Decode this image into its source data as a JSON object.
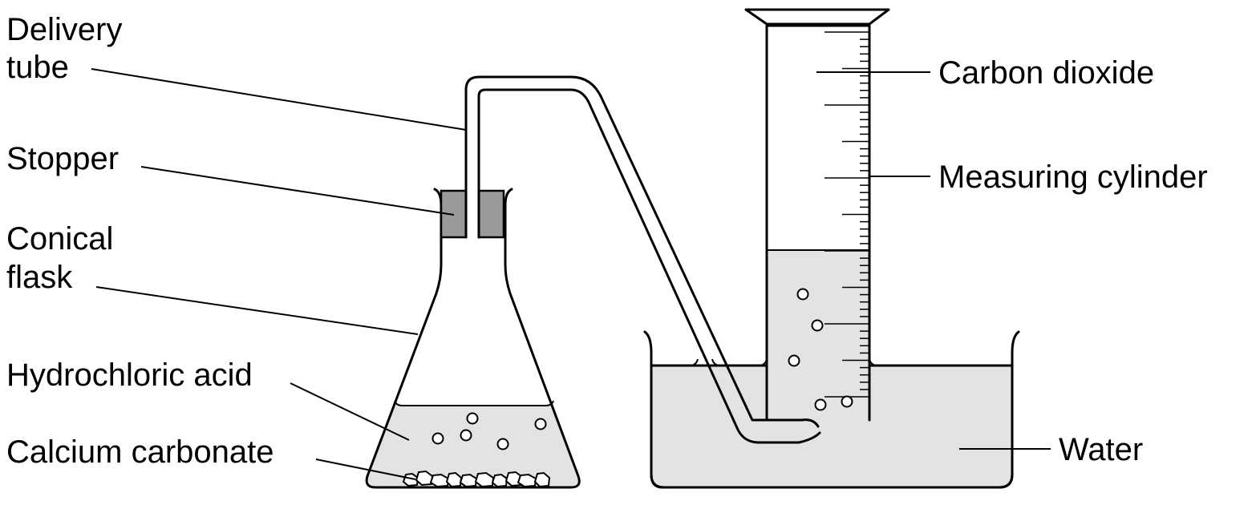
{
  "labels": {
    "delivery_tube": [
      "Delivery",
      "tube"
    ],
    "stopper": "Stopper",
    "conical_flask": [
      "Conical",
      "flask"
    ],
    "hydrochloric_acid": "Hydrochloric acid",
    "calcium_carbonate": "Calcium carbonate",
    "carbon_dioxide": "Carbon dioxide",
    "measuring_cylinder": "Measuring cylinder",
    "water": "Water"
  },
  "colors": {
    "liquid": "#e3e3e3",
    "stopper": "#999999",
    "outline": "#000000"
  }
}
